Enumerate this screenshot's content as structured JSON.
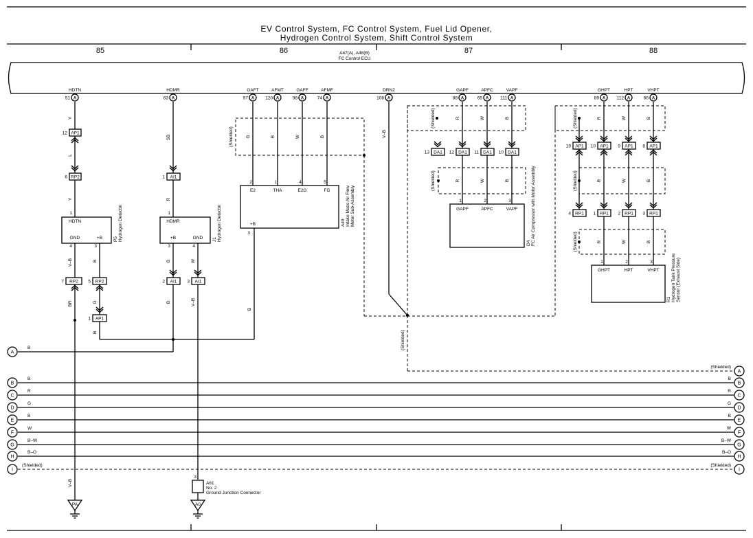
{
  "title_line1": "EV Control System,  FC Control System,  Fuel Lid Opener,",
  "title_line2": "Hydrogen Control System,  Shift Control System",
  "columns": [
    "85",
    "86",
    "87",
    "88"
  ],
  "ecu": {
    "code": "A47(A), A48(B)",
    "name": "FC Control ECU"
  },
  "ecu_pins": [
    {
      "name": "HDTN",
      "num": "51",
      "conn": "A"
    },
    {
      "name": "HDMR",
      "num": "63",
      "conn": "A"
    },
    {
      "name": "GAFT",
      "num": "97",
      "conn": "A"
    },
    {
      "name": "AFMT",
      "num": "120",
      "conn": "A"
    },
    {
      "name": "GAFF",
      "num": "98",
      "conn": "A"
    },
    {
      "name": "AFMF",
      "num": "74",
      "conn": "A"
    },
    {
      "name": "DRN2",
      "num": "108",
      "conn": "A"
    },
    {
      "name": "GAPF",
      "num": "88",
      "conn": "A"
    },
    {
      "name": "APFC",
      "num": "65",
      "conn": "A"
    },
    {
      "name": "VAPF",
      "num": "111",
      "conn": "A"
    },
    {
      "name": "GHPT",
      "num": "89",
      "conn": "A"
    },
    {
      "name": "HPT",
      "num": "112",
      "conn": "A"
    },
    {
      "name": "VHPT",
      "num": "66",
      "conn": "A"
    }
  ],
  "wire_colors": {
    "y": "Y",
    "l": "L",
    "sb": "SB",
    "r": "R",
    "g": "G",
    "w": "W",
    "b": "B",
    "vb": "V–B",
    "br": "BR",
    "bw": "B–W",
    "bo": "B–O"
  },
  "shielded": "(Shielded)",
  "connectors": {
    "ap1": "AP1",
    "rp2": "RP2",
    "ai1": "AI1",
    "da1": "DA1",
    "rp1": "RP1",
    "ap1_12": "12",
    "rp2_6": "6",
    "ai1_1": "1",
    "rp2_7": "7",
    "rp2_5": "5",
    "ai1_2": "2",
    "ai1_3": "3",
    "ap1_1": "1",
    "da1_13": "13",
    "da1_12": "12",
    "da1_11": "11",
    "da1_10": "10",
    "ap1_19": "19",
    "ap1_10": "10",
    "ap1_9": "9",
    "ap1_8": "8",
    "rp1_4": "4",
    "rp1_1": "1",
    "rp1_2": "2",
    "rp1_3": "3"
  },
  "components": {
    "p5": {
      "code": "P5",
      "name": "Hydrogen Detector",
      "pin_top_num": "1",
      "top": "HDTN",
      "gnd": "GND",
      "pb": "+B",
      "pin_gnd": "4",
      "pin_pb": "3"
    },
    "j1": {
      "code": "J1",
      "name": "Hydrogen Detector",
      "pin_top_num": "1",
      "top": "HDMR",
      "pb": "+B",
      "gnd": "GND",
      "pin_pb": "3",
      "pin_gnd": "4"
    },
    "a49": {
      "code": "A49",
      "name1": "Intake Mass Air Flow",
      "name2": "Meter Sub-Assembly",
      "p1": "2",
      "p2": "1",
      "p3": "4",
      "p4": "5",
      "n1": "E2",
      "n2": "THA",
      "n3": "E2G",
      "n4": "FG",
      "pb": "+B",
      "pb_num": "3"
    },
    "d4": {
      "code": "D4",
      "name": "FC Air Compressor with Motor Assembly",
      "p1": "1",
      "p2": "2",
      "p3": "3",
      "n1": "GAPF",
      "n2": "APFC",
      "n3": "VAPF"
    },
    "r1": {
      "code": "R1",
      "name1": "Hydrogen Tank Pressure",
      "name2": "Sensor (Exhaust Side)",
      "p1": "1",
      "p2": "2",
      "p3": "3",
      "n1": "GHPT",
      "n2": "HPT",
      "n3": "VHPT"
    }
  },
  "bus": [
    {
      "id": "A",
      "left": "B",
      "right": ""
    },
    {
      "id": "A",
      "left": "",
      "right": "(Shielded)"
    },
    {
      "id": "B",
      "left": "B",
      "right": "B"
    },
    {
      "id": "C",
      "left": "R",
      "right": "R"
    },
    {
      "id": "D",
      "left": "G",
      "right": "G"
    },
    {
      "id": "E",
      "left": "B",
      "right": "B"
    },
    {
      "id": "F",
      "left": "W",
      "right": "W"
    },
    {
      "id": "G",
      "left": "B–W",
      "right": "B–W"
    },
    {
      "id": "H",
      "left": "B–O",
      "right": "B–O"
    },
    {
      "id": "I",
      "left": "(Shielded)",
      "right": "(Shielded)"
    }
  ],
  "ground_pa": "PA",
  "ground_a0": "A0",
  "a61": {
    "pin": "3",
    "code": "A61",
    "l1": "No. 2",
    "l2": "Ground Junction Connector"
  }
}
